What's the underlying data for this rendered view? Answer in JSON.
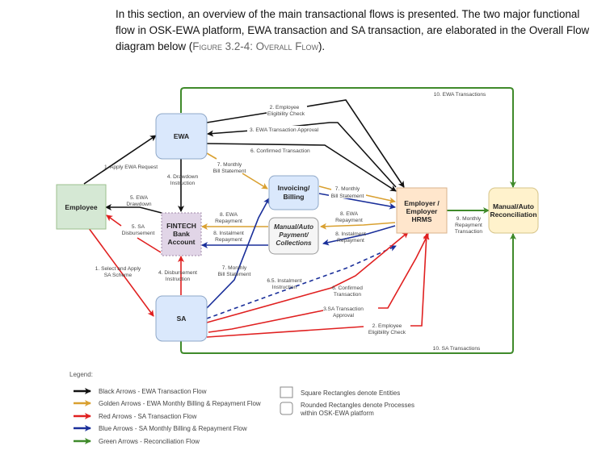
{
  "intro": {
    "text": "In this section, an overview of the main transactional flows is presented. The two major functional flow in OSK-EWA platform, EWA transaction and SA transaction, are elaborated in the Overall Flow diagram below (",
    "figure_ref": "Figure 3.2-4: Overall Flow",
    "text_end": ")."
  },
  "colors": {
    "black": "#111111",
    "golden": "#d9a030",
    "red": "#e02020",
    "blue": "#1a2f9a",
    "green": "#3f8a2a",
    "entity_green_fill": "#d5e8d4",
    "process_blue_fill": "#dae8fc",
    "fintech_fill": "#e1d5e7",
    "employer_fill": "#ffe6cc",
    "recon_fill": "#fff2cc",
    "manual_fill": "#f5f5f5"
  },
  "nodes": {
    "employee": "Employee",
    "ewa": "EWA",
    "sa": "SA",
    "fintech": [
      "FINTECH",
      "Bank",
      "Account"
    ],
    "invoicing": [
      "Invoicing/",
      "Billing"
    ],
    "manual_payment": [
      "Manual/Auto",
      "Payment/",
      "Collections"
    ],
    "employer": [
      "Employer /",
      "Employer",
      "HRMS"
    ],
    "reconciliation": [
      "Manual/Auto",
      "Reconciliation"
    ]
  },
  "edges": {
    "apply_ewa": "1. Apply EWA Request",
    "ewa_eligibility": [
      "2. Employee",
      "Eligibility Check"
    ],
    "ewa_approval": "3. EWA Transaction Approval",
    "ewa_confirmed": "6. Confirmed Transaction",
    "drawdown_instruction": [
      "4. Drawdown",
      "Instruction"
    ],
    "ewa_drawdown": [
      "5. EWA",
      "Drawdown"
    ],
    "ewa_bill_statement": [
      "7. Monthly",
      "Bill Statement"
    ],
    "employer_bill_statement": [
      "7. Monthly",
      "Bill Statement"
    ],
    "ewa_repayment": [
      "8. EWA",
      "Repayment"
    ],
    "ewa_repayment_fintech": [
      "8. EWA",
      "Repayment"
    ],
    "instalment_repayment": [
      "8. Instalment",
      "Repayment"
    ],
    "instalment_repayment_fintech": [
      "8. Instalment",
      "Repayment"
    ],
    "sa_disbursement": [
      "5. SA",
      "Disbursement"
    ],
    "select_sa": [
      "1. Select and Apply",
      "SA Scheme"
    ],
    "disbursement_instruction": [
      "4. Disbursement",
      "Instruction"
    ],
    "sa_bill_statement": [
      "7. Monthly",
      "Bill Statement"
    ],
    "instalment_instruction": [
      "6.5. Instalment",
      "Instruction"
    ],
    "sa_confirmed": [
      "6. Confirmed",
      "Transaction"
    ],
    "sa_approval": [
      "3.SA Transaction",
      "Approval"
    ],
    "sa_eligibility": [
      "2. Employee",
      "Eligibility Check"
    ],
    "monthly_repayment_txn": [
      "9. Monthly",
      "Repayment",
      "Transaction"
    ],
    "ewa_transactions": "10. EWA Transactions",
    "sa_transactions": "10. SA Transactions"
  },
  "legend": {
    "title": "Legend:",
    "arrows": [
      {
        "color_key": "black",
        "label": "Black Arrows - EWA Transaction Flow"
      },
      {
        "color_key": "golden",
        "label": "Golden Arrows - EWA Monthly Billing & Repayment Flow"
      },
      {
        "color_key": "red",
        "label": "Red Arrows - SA Transaction Flow"
      },
      {
        "color_key": "blue",
        "label": "Blue Arrows - SA Monthly Billing & Repayment Flow"
      },
      {
        "color_key": "green",
        "label": "Green Arrows - Reconciliation Flow"
      }
    ],
    "shapes": [
      {
        "label": [
          "Square Rectangles denote Entities"
        ]
      },
      {
        "label": [
          "Rounded Rectangles denote Processes",
          "within OSK-EWA platform"
        ]
      }
    ]
  }
}
